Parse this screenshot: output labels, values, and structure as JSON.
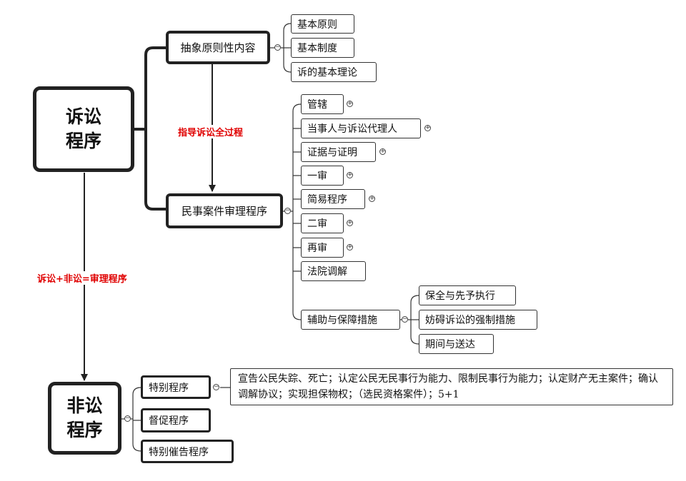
{
  "root_litigation": {
    "line1": "诉讼",
    "line2": "程序"
  },
  "root_nonlitigation": {
    "line1": "非讼",
    "line2": "程序"
  },
  "edge_labels": {
    "guide": "指导诉讼全过程",
    "sum": "诉讼+非讼=审理程序"
  },
  "abstract": {
    "label": "抽象原则性内容",
    "children": [
      "基本原则",
      "基本制度",
      "诉的基本理论"
    ]
  },
  "civil": {
    "label": "民事案件审理程序",
    "children": [
      "管辖",
      "当事人与诉讼代理人",
      "证据与证明",
      "一审",
      "简易程序",
      "二审",
      "再审",
      "法院调解",
      "辅助与保障措施"
    ]
  },
  "auxiliary": {
    "children": [
      "保全与先予执行",
      "妨碍诉讼的强制措施",
      "期间与送达"
    ]
  },
  "nonlit": {
    "children": [
      "特别程序",
      "督促程序",
      "特别催告程序"
    ]
  },
  "special_note": "宣告公民失踪、死亡；认定公民无民事行为能力、限制民事行为能力；认定财产无主案件；确认调解协议；实现担保物权；（选民资格案件）；5+1",
  "toggles": {
    "collapsed": "+",
    "expanded": "−"
  }
}
